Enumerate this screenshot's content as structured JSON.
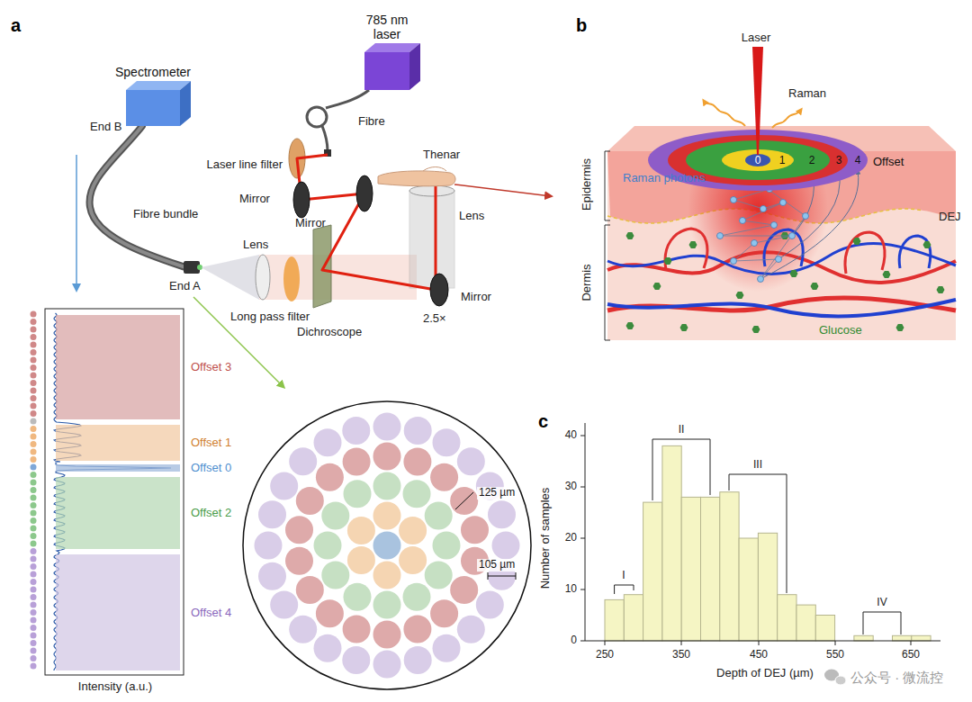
{
  "diagram": {
    "nodes": [
      {
        "text": [
          "785 nm laser"
        ]
      },
      {
        "text": [
          "Spectrometer"
        ]
      },
      {
        "text": [
          "Offset 3"
        ]
      },
      {
        "text": [
          "Offset 1"
        ]
      },
      {
        "text": [
          "Offset 0"
        ]
      },
      {
        "text": [
          "Offset 2"
        ]
      },
      {
        "text": [
          "Offset 4"
        ]
      }
    ],
    "labels": [
      "a",
      "Fibre",
      "End B",
      "Laser line filter",
      "Mirror",
      "Mirror",
      "Thenar",
      "Lens",
      "Fibre bundle",
      "End A",
      "Lens",
      "Long pass filter",
      "Dichroscope",
      "Mirror",
      "2.5×",
      "Intensity (a.u.)",
      "125 µm",
      "105 µm",
      "b",
      "Laser",
      "Raman",
      "0",
      "1",
      "2",
      "3",
      "4",
      "Offset",
      "Epidermis",
      "Raman photons",
      "DEJ",
      "Dermis",
      "Glucose",
      "c",
      "40",
      "30",
      "20",
      "10",
      "0",
      "250",
      "350",
      "450",
      "550",
      "650",
      "Number of samples",
      "Depth of DEJ (µm)",
      "I",
      "II",
      "III",
      "IV",
      "公众号 · 微流控"
    ]
  }
}
